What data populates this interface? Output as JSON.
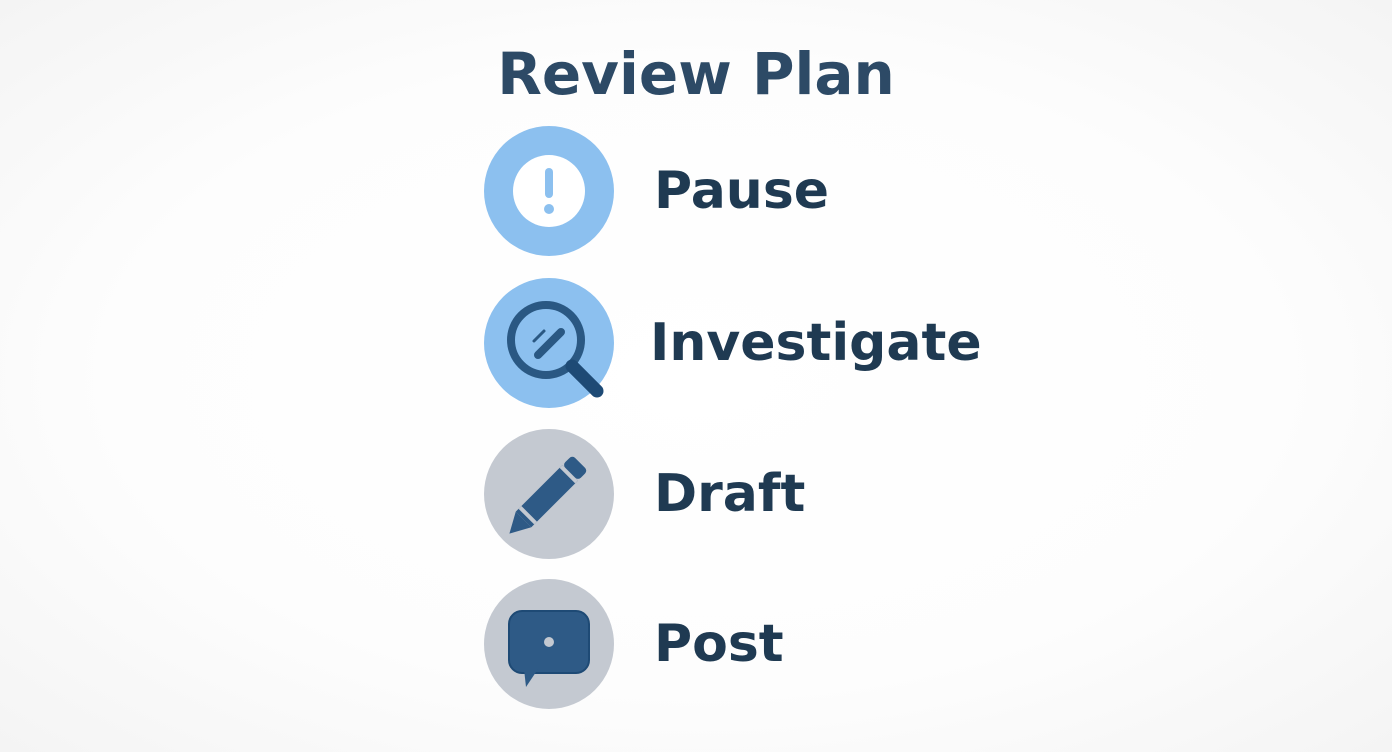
{
  "title": "Review Plan",
  "colors": {
    "title_text": "#2d4a66",
    "label_text": "#1f3a52",
    "active_circle": "#8cc0ef",
    "inactive_circle": "#c4c9d1",
    "icon_dark": "#2e5a86",
    "icon_white": "#ffffff"
  },
  "steps": [
    {
      "label": "Pause",
      "icon": "alert-icon",
      "state": "active"
    },
    {
      "label": "Investigate",
      "icon": "magnifier-icon",
      "state": "active"
    },
    {
      "label": "Draft",
      "icon": "pencil-icon",
      "state": "inactive"
    },
    {
      "label": "Post",
      "icon": "chat-bubble-icon",
      "state": "inactive"
    }
  ]
}
